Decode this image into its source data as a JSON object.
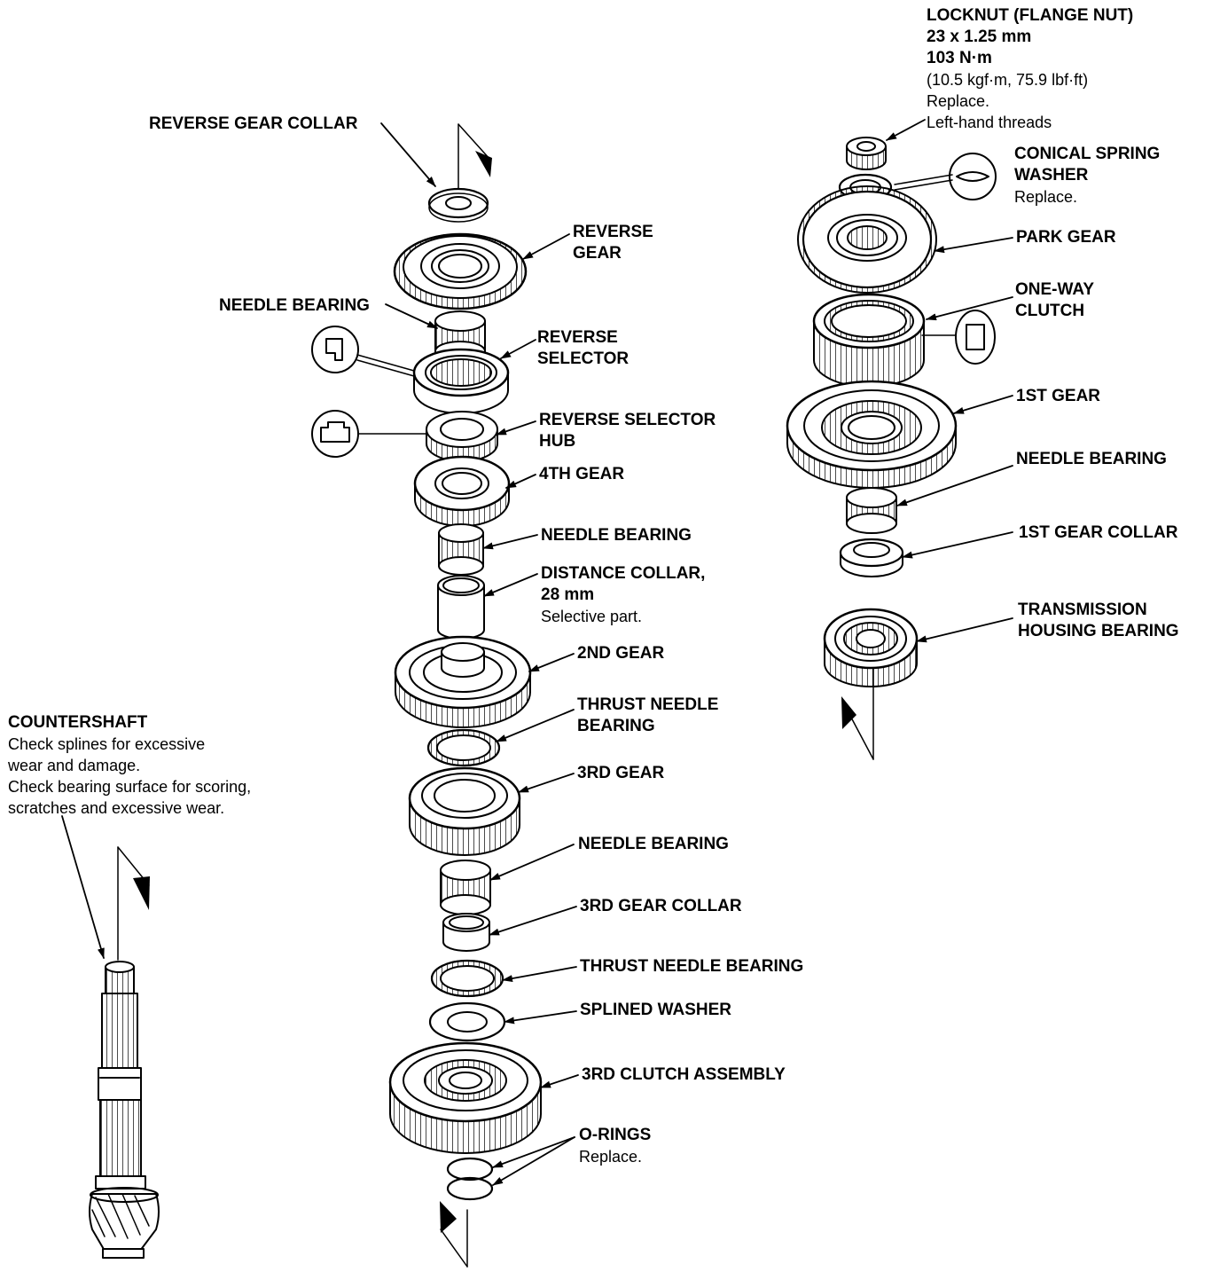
{
  "labels": {
    "reverse_gear_collar": "REVERSE GEAR COLLAR",
    "reverse_gear": [
      "REVERSE",
      "GEAR"
    ],
    "needle_bearing_1": "NEEDLE BEARING",
    "reverse_selector": [
      "REVERSE",
      "SELECTOR"
    ],
    "reverse_selector_hub": [
      "REVERSE SELECTOR",
      "HUB"
    ],
    "fourth_gear": "4TH GEAR",
    "needle_bearing_2": "NEEDLE BEARING",
    "distance_collar": [
      "DISTANCE COLLAR,",
      "28 mm"
    ],
    "distance_collar_note": "Selective part.",
    "second_gear": "2ND GEAR",
    "thrust_needle_bearing_1": [
      "THRUST NEEDLE",
      "BEARING"
    ],
    "third_gear": "3RD GEAR",
    "needle_bearing_3": "NEEDLE BEARING",
    "third_gear_collar": "3RD GEAR COLLAR",
    "thrust_needle_bearing_2": "THRUST NEEDLE BEARING",
    "splined_washer": "SPLINED WASHER",
    "third_clutch_assembly": "3RD CLUTCH ASSEMBLY",
    "o_rings": "O-RINGS",
    "o_rings_note": "Replace.",
    "locknut": [
      "LOCKNUT (FLANGE NUT)",
      "23 x 1.25 mm",
      "103 N·m"
    ],
    "locknut_notes": [
      "(10.5 kgf·m, 75.9 lbf·ft)",
      "Replace.",
      "Left-hand threads"
    ],
    "conical_spring_washer": [
      "CONICAL SPRING",
      "WASHER"
    ],
    "conical_spring_washer_note": "Replace.",
    "park_gear": "PARK GEAR",
    "one_way_clutch": [
      "ONE-WAY",
      "CLUTCH"
    ],
    "first_gear": "1ST GEAR",
    "needle_bearing_4": "NEEDLE BEARING",
    "first_gear_collar": "1ST GEAR COLLAR",
    "transmission_housing_bearing": [
      "TRANSMISSION",
      "HOUSING BEARING"
    ],
    "countershaft": "COUNTERSHAFT",
    "countershaft_notes": [
      "Check splines for excessive",
      "wear and damage.",
      "Check bearing surface for scoring,",
      "scratches and excessive wear."
    ]
  }
}
